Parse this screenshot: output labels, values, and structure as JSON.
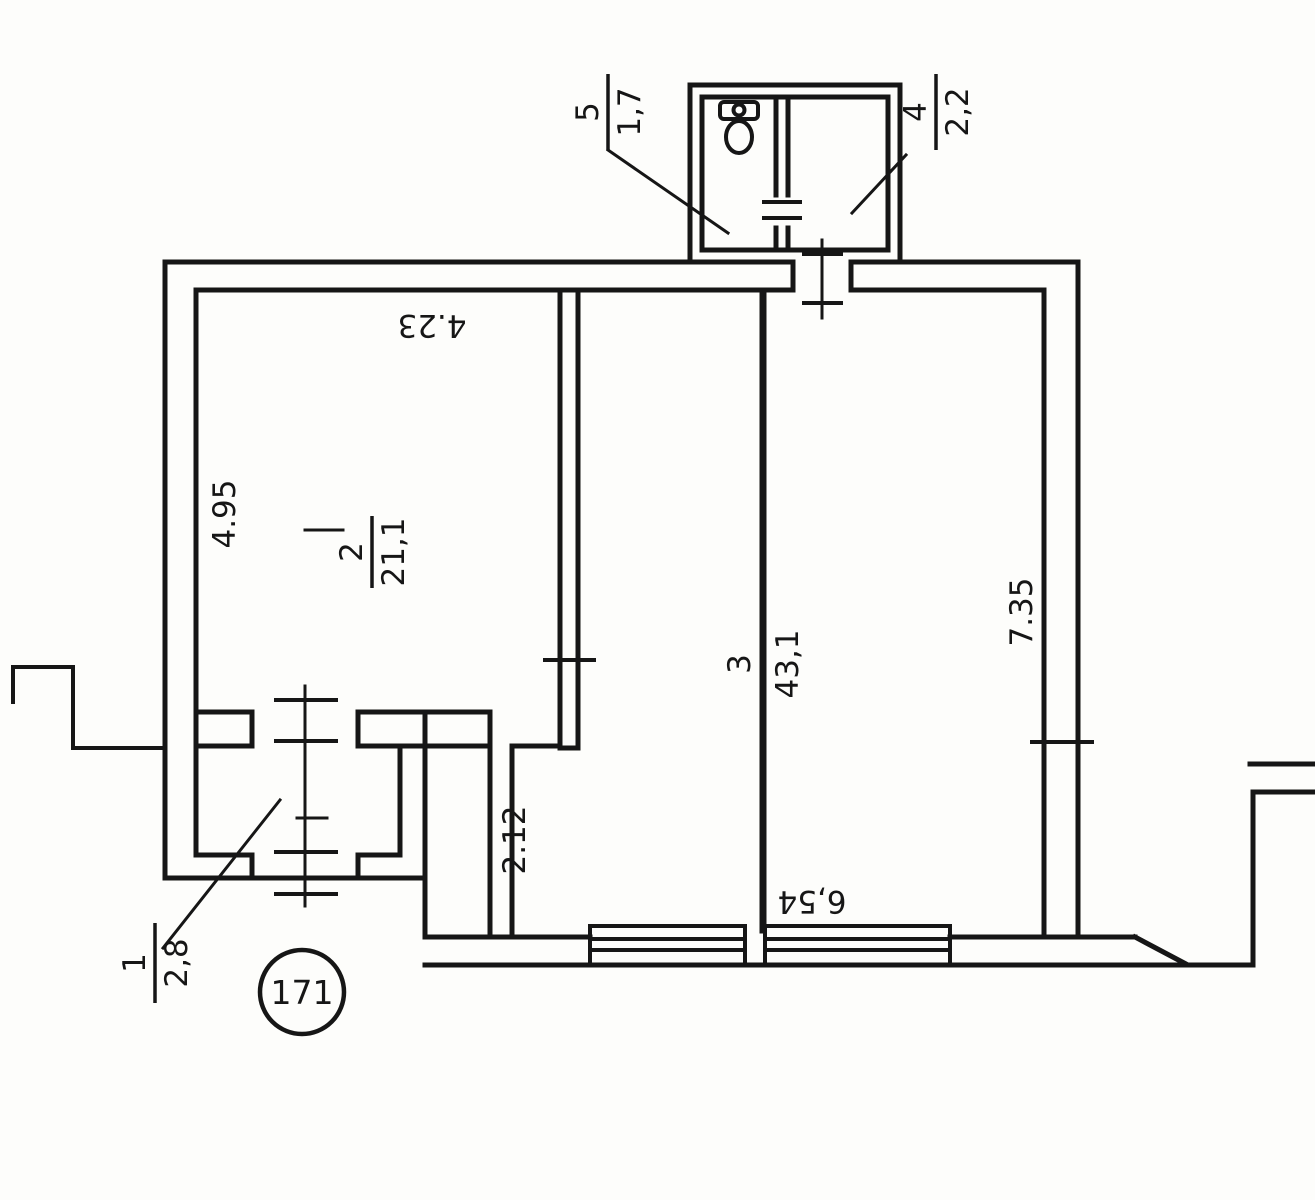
{
  "plan_number": "171",
  "rooms": [
    {
      "number": "1",
      "area": "2,8"
    },
    {
      "number": "2",
      "area": "21,1"
    },
    {
      "number": "3",
      "area": "43,1"
    },
    {
      "number": "4",
      "area": "2,2"
    },
    {
      "number": "5",
      "area": "1,7"
    }
  ],
  "dimensions": {
    "room2_width": "4.23",
    "room2_depth": "4.95",
    "hall_width": "2.12",
    "room3_depth": "7.35",
    "room3_width": "6,54"
  }
}
